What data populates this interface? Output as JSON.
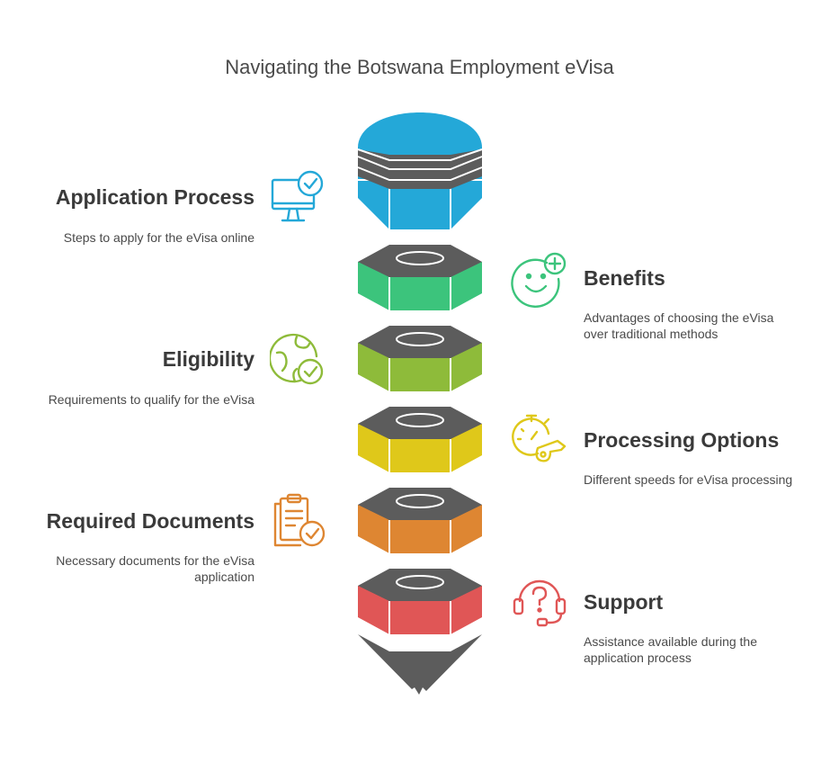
{
  "title": "Navigating the Botswana Employment eVisa",
  "steps": [
    {
      "heading": "Application Process",
      "desc": "Steps to apply for the eVisa online",
      "icon": "monitor-check-icon",
      "color": "#24a8d8",
      "side": "left"
    },
    {
      "heading": "Benefits",
      "desc": "Advantages of choosing the eVisa over traditional methods",
      "icon": "smiley-plus-icon",
      "color": "#3cc47c",
      "side": "right"
    },
    {
      "heading": "Eligibility",
      "desc": "Requirements to qualify for the eVisa",
      "icon": "globe-check-icon",
      "color": "#8ebb3a",
      "side": "left"
    },
    {
      "heading": "Processing Options",
      "desc": "Different speeds for eVisa processing",
      "icon": "stopwatch-whistle-icon",
      "color": "#dfc81a",
      "side": "right"
    },
    {
      "heading": "Required Documents",
      "desc": "Necessary documents for the eVisa application",
      "icon": "clipboard-check-icon",
      "color": "#de8632",
      "side": "left"
    },
    {
      "heading": "Support",
      "desc": "Assistance available during the application process",
      "icon": "headset-question-icon",
      "color": "#e05656",
      "side": "right"
    }
  ],
  "colors": {
    "nut_top": "#5c5c5c",
    "text_dark": "#3a3a3a",
    "text_body": "#4a4a4a"
  }
}
